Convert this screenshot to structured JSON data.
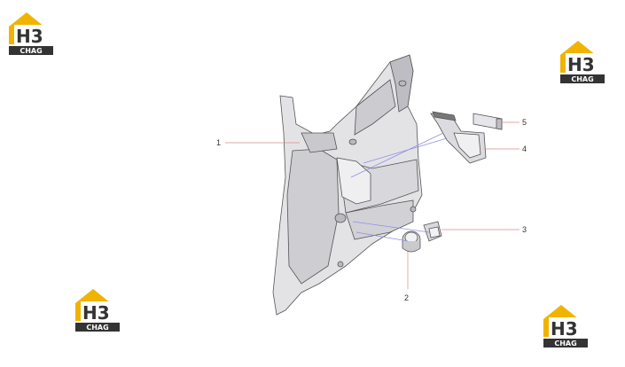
{
  "logo": {
    "mark": "H3",
    "label": "CHAG",
    "colors": {
      "roof": "#f0b400",
      "text_box": "#333333",
      "white": "#ffffff"
    }
  },
  "callouts": [
    "1",
    "2",
    "3",
    "4",
    "5"
  ],
  "colors": {
    "part_stroke": "#555555",
    "part_fill": "#e3e3e6",
    "part_shadow": "#b9b9bf",
    "leader_red": "#d98c8c",
    "leader_blue": "#8f8fe0"
  }
}
